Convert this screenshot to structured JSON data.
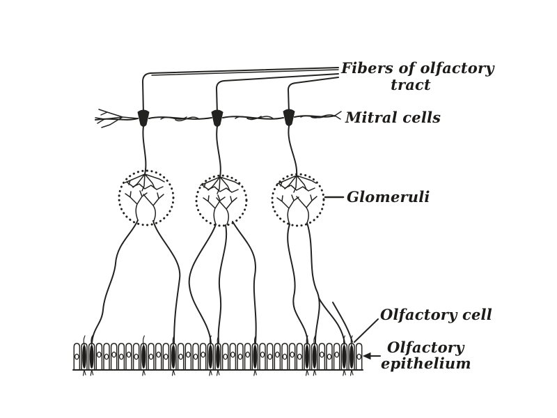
{
  "labels": {
    "fibers_line1": "Fibers of olfactory",
    "fibers_line2": "tract",
    "mitral": "Mitral cells",
    "glomeruli": "Glomeruli",
    "olfactory_cell": "Olfactory cell",
    "epithelium_line1": "Olfactory",
    "epithelium_line2": "epithelium"
  },
  "colors": {
    "ink": "#222220",
    "background": "#ffffff"
  },
  "diagram": {
    "type": "anatomical-line-drawing",
    "subject": "olfactory pathway neurons",
    "structures": [
      {
        "name": "olfactory-tract-fibers",
        "label": "Fibers of olfactory tract",
        "count": 3
      },
      {
        "name": "mitral-cells",
        "label": "Mitral cells",
        "count": 3
      },
      {
        "name": "glomeruli",
        "label": "Glomeruli",
        "count": 3
      },
      {
        "name": "olfactory-cells",
        "label": "Olfactory cell"
      },
      {
        "name": "olfactory-epithelium",
        "label": "Olfactory epithelium"
      }
    ]
  }
}
